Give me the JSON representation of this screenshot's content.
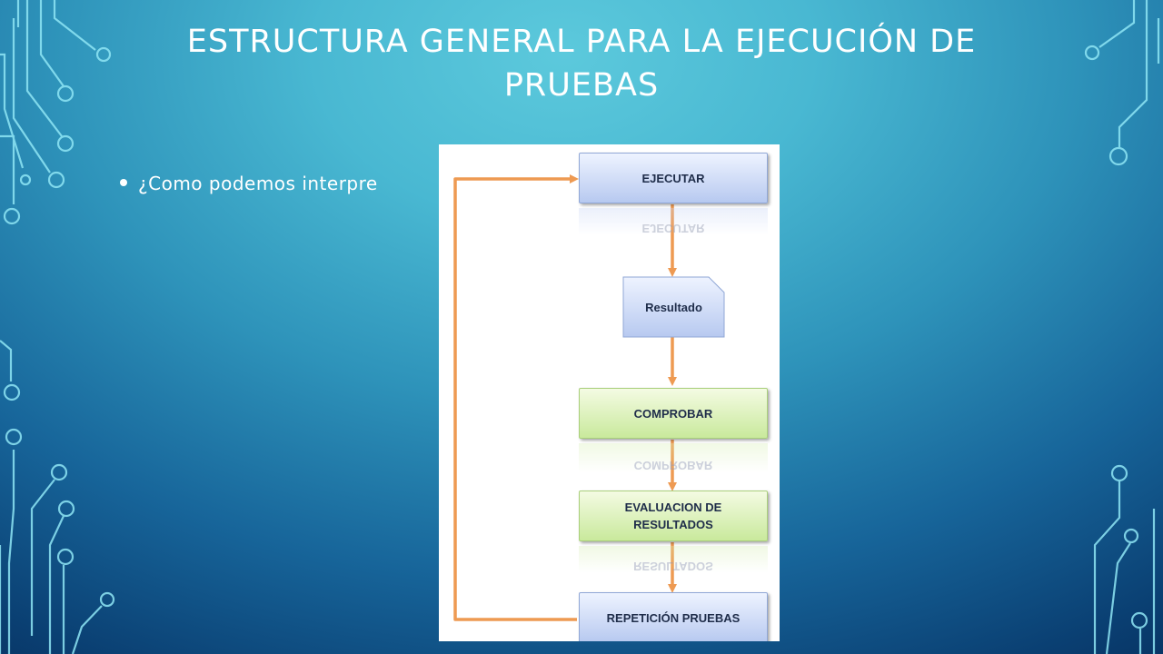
{
  "slide": {
    "title": "ESTRUCTURA GENERAL PARA  LA EJECUCIÓN DE PRUEBAS",
    "bullet": "¿Como podemos  interpre"
  },
  "diagram": {
    "nodes": {
      "ejecutar": "EJECUTAR",
      "resultado": "Resultado",
      "comprobar": "COMPROBAR",
      "evaluacion_line1": "EVALUACION DE",
      "evaluacion_line2": "RESULTADOS",
      "repeticion": "REPETICIÓN PRUEBAS"
    },
    "reflections": {
      "ejecutar": "EJECUTAR",
      "comprobar": "COMPROBAR",
      "evaluacion": "RESULTADOS"
    },
    "colors": {
      "arrow": "#ee9a52",
      "blue_box": "#b7c9f0",
      "green_box": "#c9e99c"
    }
  },
  "colors": {
    "background_light": "#5cc9dc",
    "background_dark": "#062c5a",
    "circuit_lines": "#8fe6f5",
    "text": "#ffffff"
  }
}
